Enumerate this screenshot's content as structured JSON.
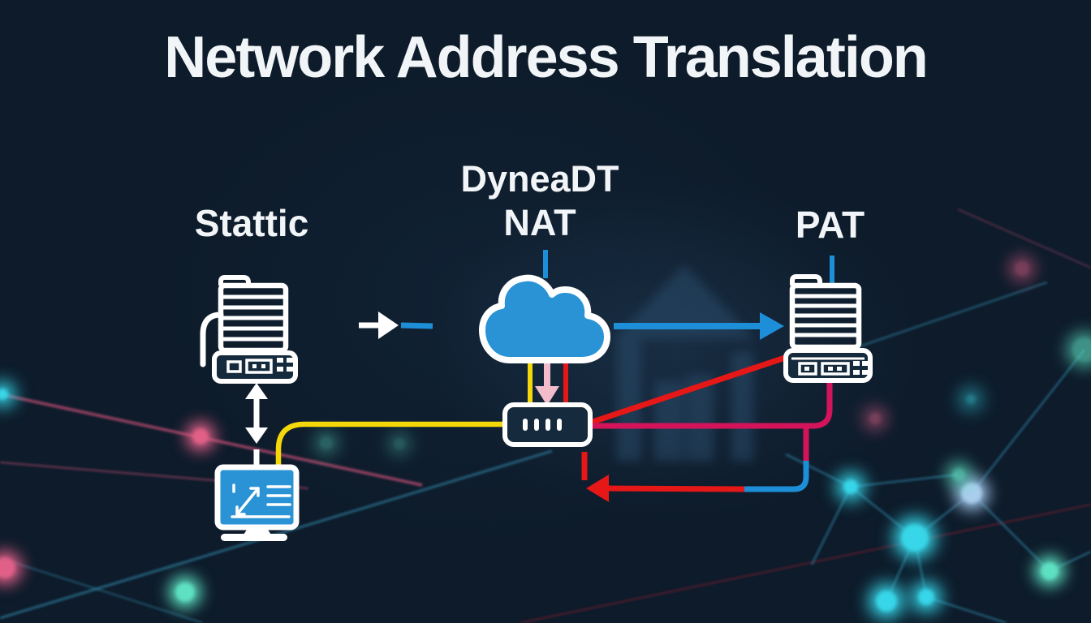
{
  "title": "Network Address Translation",
  "labels": {
    "static": "Stattic",
    "dynamic_top": "DyneaDT",
    "dynamic_bottom": "NAT",
    "pat": "PAT"
  },
  "icons": {
    "static_column": [
      "document-icon",
      "router-icon",
      "updown-arrow-icon",
      "monitor-icon"
    ],
    "dynamic_column": [
      "cloud-icon",
      "switch-box-icon",
      "down-arrow-icon"
    ],
    "pat_column": [
      "document-icon",
      "router-icon"
    ],
    "flow": [
      "right-arrow-icon",
      "right-arrow-icon",
      "left-arrow-icon"
    ]
  },
  "colors": {
    "background": "#0d1b2a",
    "text": "#f2f5f7",
    "cloud-fill": "#2a93d5",
    "box-fill": "#152a3c",
    "yellow": "#f5d80a",
    "red": "#e51717",
    "magenta": "#d4145a",
    "pink": "#f2bcca",
    "blue": "#1d8ed8",
    "cyan-node": "#37d6e8",
    "teal-node": "#5ee0c2",
    "pink-node": "#e06088",
    "mesh-cyan": "#2f7f9e",
    "mesh-pink": "#b24a6e",
    "mesh-red": "#8c1f33",
    "house": "#2c4f6e"
  }
}
